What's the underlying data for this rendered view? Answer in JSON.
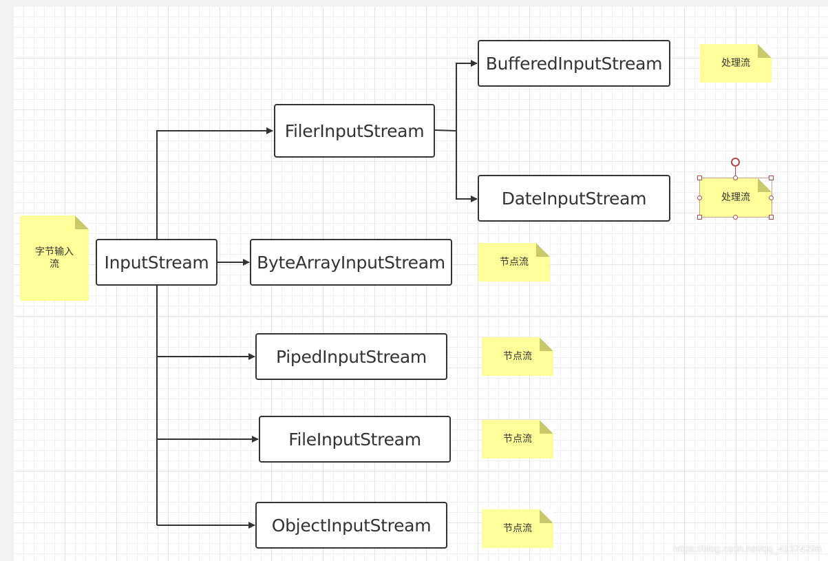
{
  "diagram": {
    "root": {
      "label": "InputStream"
    },
    "root_note": {
      "text": "字节输入流"
    },
    "nodes": {
      "filer": "FilerInputStream",
      "buffered": "BufferedInputStream",
      "date": "DateInputStream",
      "bytearray": "ByteArrayInputStream",
      "piped": "PipedInputStream",
      "file": "FileInputStream",
      "object": "ObjectInputStream"
    },
    "notes": {
      "buffered": "处理流",
      "date": "处理流",
      "bytearray": "节点流",
      "piped": "节点流",
      "file": "节点流",
      "object": "节点流"
    },
    "edges": [
      {
        "from": "InputStream",
        "to": "FilerInputStream"
      },
      {
        "from": "InputStream",
        "to": "ByteArrayInputStream"
      },
      {
        "from": "InputStream",
        "to": "PipedInputStream"
      },
      {
        "from": "InputStream",
        "to": "FileInputStream"
      },
      {
        "from": "InputStream",
        "to": "ObjectInputStream"
      },
      {
        "from": "FilerInputStream",
        "to": "BufferedInputStream"
      },
      {
        "from": "FilerInputStream",
        "to": "DateInputStream"
      }
    ],
    "selected_note": "date"
  },
  "colors": {
    "node_border": "#333333",
    "note_fill": "#ffff99",
    "note_fold": "#c9c96b",
    "selection": "#b04a4a",
    "grid": "#e3e3e3"
  },
  "watermark": "https://blog.csdn.net/qq_41374296"
}
